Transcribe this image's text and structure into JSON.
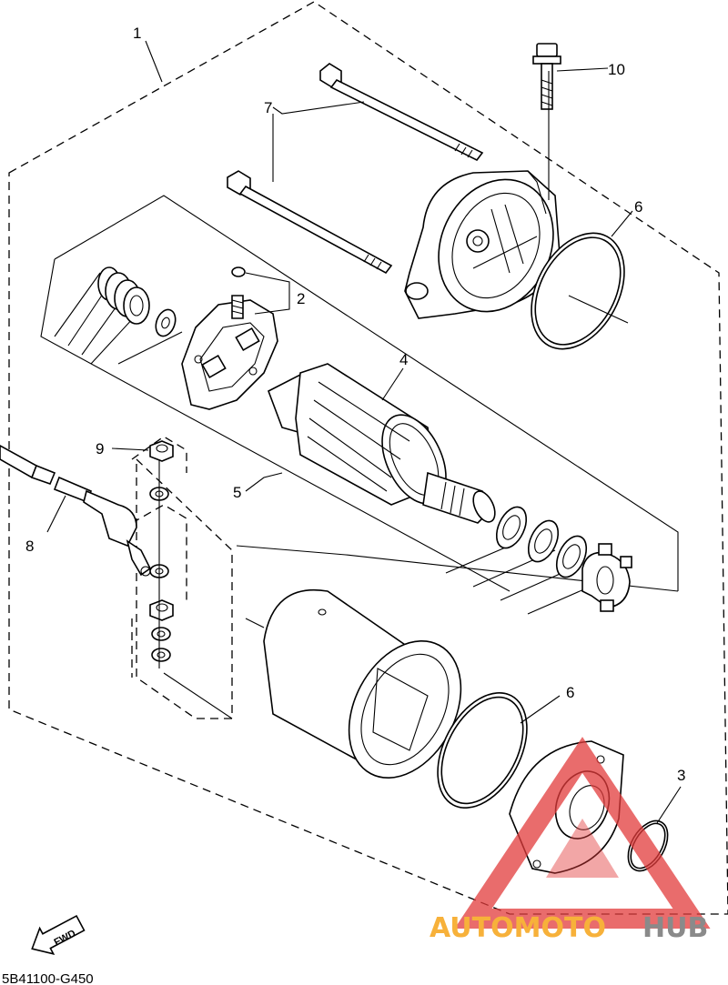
{
  "diagram": {
    "callouts": {
      "c1": "1",
      "c2": "2",
      "c3": "3",
      "c4": "4",
      "c5": "5",
      "c6a": "6",
      "c6b": "6",
      "c7": "7",
      "c8": "8",
      "c9": "9",
      "c10": "10"
    },
    "fwd_label": "FWD",
    "drawing_code": "5B41100-G450"
  },
  "watermark": {
    "part1": "AUTOMOTO",
    "part2": "HUB",
    "colors": {
      "triangle": "#e23b3b",
      "auto": "#f7b13a",
      "hub": "#8a8a8a"
    }
  }
}
